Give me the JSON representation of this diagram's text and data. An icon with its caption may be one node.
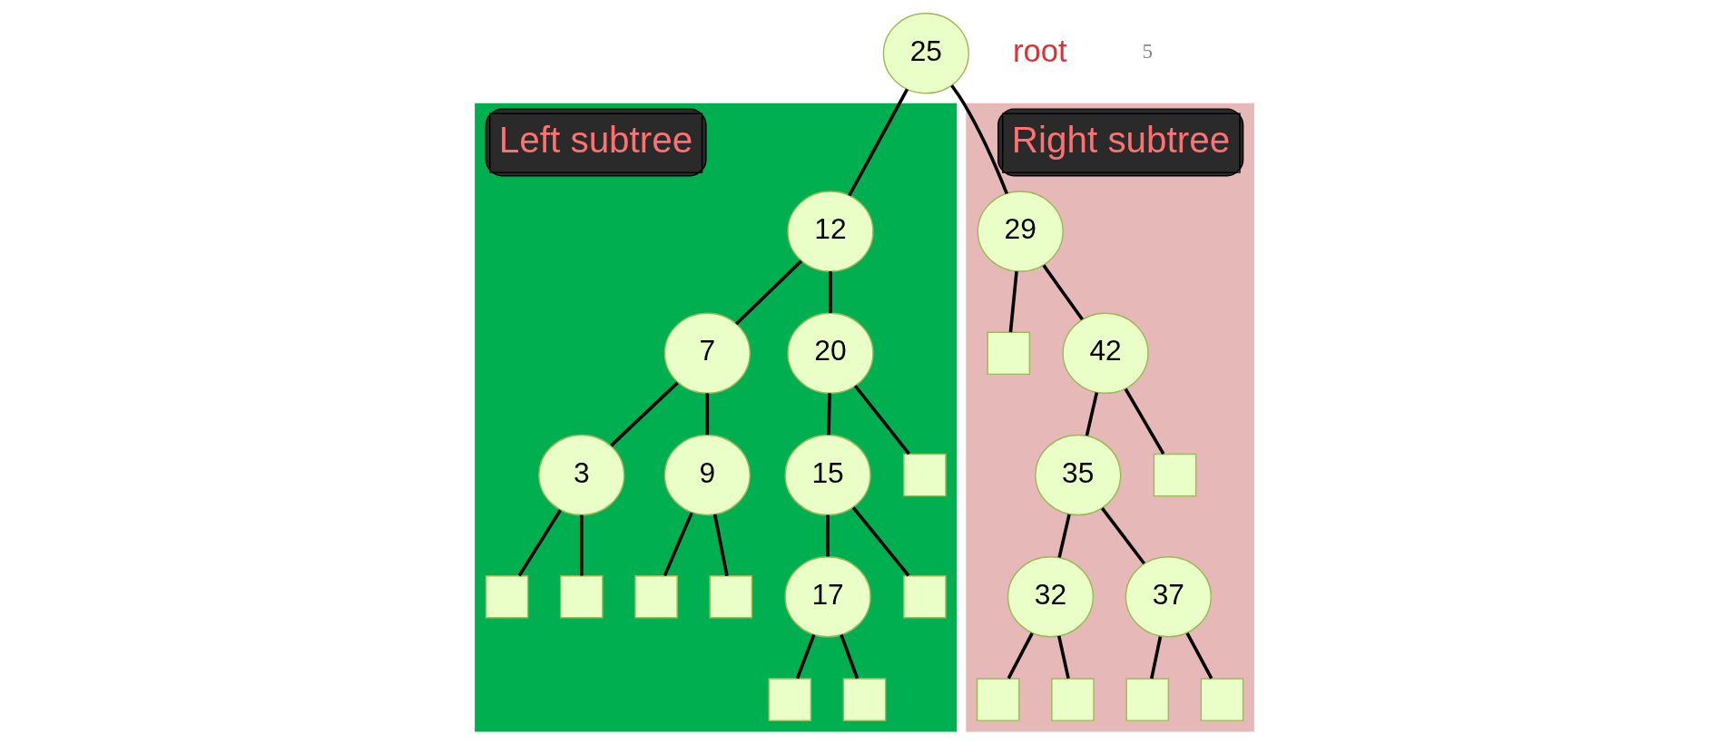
{
  "diagram": {
    "nodes": [
      {
        "text": [
          "25"
        ],
        "beside": [
          "root"
        ]
      },
      {
        "text": [
          "Left subtree"
        ]
      },
      {
        "text": [
          "12"
        ],
        "in": 1
      },
      {
        "text": [
          "7"
        ],
        "in": 1
      },
      {
        "text": [
          "20"
        ],
        "in": 1
      },
      {
        "text": [
          "3"
        ],
        "in": 1
      },
      {
        "text": [
          "9"
        ],
        "in": 1
      },
      {
        "text": [
          "15"
        ],
        "in": 1
      },
      {
        "text": [],
        "shape": "box",
        "in": 1
      },
      {
        "text": [
          "17"
        ],
        "in": 1
      },
      {
        "text": [],
        "shape": "box",
        "in": 1
      },
      {
        "text": [],
        "shape": "box",
        "in": 1
      },
      {
        "text": [],
        "shape": "box",
        "in": 1
      },
      {
        "text": [],
        "shape": "box",
        "in": 1
      },
      {
        "text": [],
        "shape": "box",
        "in": 1
      },
      {
        "text": [],
        "shape": "box",
        "in": 1
      },
      {
        "text": [],
        "shape": "box",
        "in": 1
      },
      {
        "text": [
          "Right subtree"
        ]
      },
      {
        "text": [
          "29"
        ],
        "in": 17
      },
      {
        "text": [],
        "shape": "box",
        "in": 17
      },
      {
        "text": [
          "42"
        ],
        "in": 17
      },
      {
        "text": [
          "35"
        ],
        "in": 17
      },
      {
        "text": [],
        "shape": "box",
        "in": 17
      },
      {
        "text": [
          "32"
        ],
        "in": 17
      },
      {
        "text": [
          "37"
        ],
        "in": 17
      },
      {
        "text": [],
        "shape": "box",
        "in": 17
      },
      {
        "text": [],
        "shape": "box",
        "in": 17
      },
      {
        "text": [],
        "shape": "box",
        "in": 17
      },
      {
        "text": [],
        "shape": "box",
        "in": 17
      }
    ],
    "edges": [
      {
        "from": 0,
        "to": 2,
        "arrow": "none"
      },
      {
        "from": 0,
        "to": 18,
        "arrow": "none"
      },
      {
        "from": 2,
        "to": 3,
        "arrow": "none"
      },
      {
        "from": 2,
        "to": 4,
        "arrow": "none"
      },
      {
        "from": 3,
        "to": 5,
        "arrow": "none"
      },
      {
        "from": 3,
        "to": 6,
        "arrow": "none"
      },
      {
        "from": 4,
        "to": 7,
        "arrow": "none"
      },
      {
        "from": 4,
        "to": 8,
        "arrow": "none"
      },
      {
        "from": 5,
        "to": 10,
        "arrow": "none"
      },
      {
        "from": 5,
        "to": 11,
        "arrow": "none"
      },
      {
        "from": 6,
        "to": 12,
        "arrow": "none"
      },
      {
        "from": 6,
        "to": 13,
        "arrow": "none"
      },
      {
        "from": 7,
        "to": 14,
        "arrow": "none"
      },
      {
        "from": 7,
        "to": 9,
        "arrow": "none"
      },
      {
        "from": 9,
        "to": 15,
        "arrow": "none"
      },
      {
        "from": 9,
        "to": 16,
        "arrow": "none"
      },
      {
        "from": 18,
        "to": 19,
        "arrow": "none"
      },
      {
        "from": 18,
        "to": 20,
        "arrow": "none"
      },
      {
        "from": 20,
        "to": 21,
        "arrow": "none"
      },
      {
        "from": 20,
        "to": 22,
        "arrow": "none"
      },
      {
        "from": 21,
        "to": 23,
        "arrow": "none"
      },
      {
        "from": 21,
        "to": 24,
        "arrow": "none"
      },
      {
        "from": 23,
        "to": 25,
        "arrow": "none"
      },
      {
        "from": 23,
        "to": 26,
        "arrow": "none"
      },
      {
        "from": 24,
        "to": 27,
        "arrow": "none"
      },
      {
        "from": 24,
        "to": 28,
        "arrow": "none"
      }
    ],
    "labels": [
      "5"
    ]
  }
}
